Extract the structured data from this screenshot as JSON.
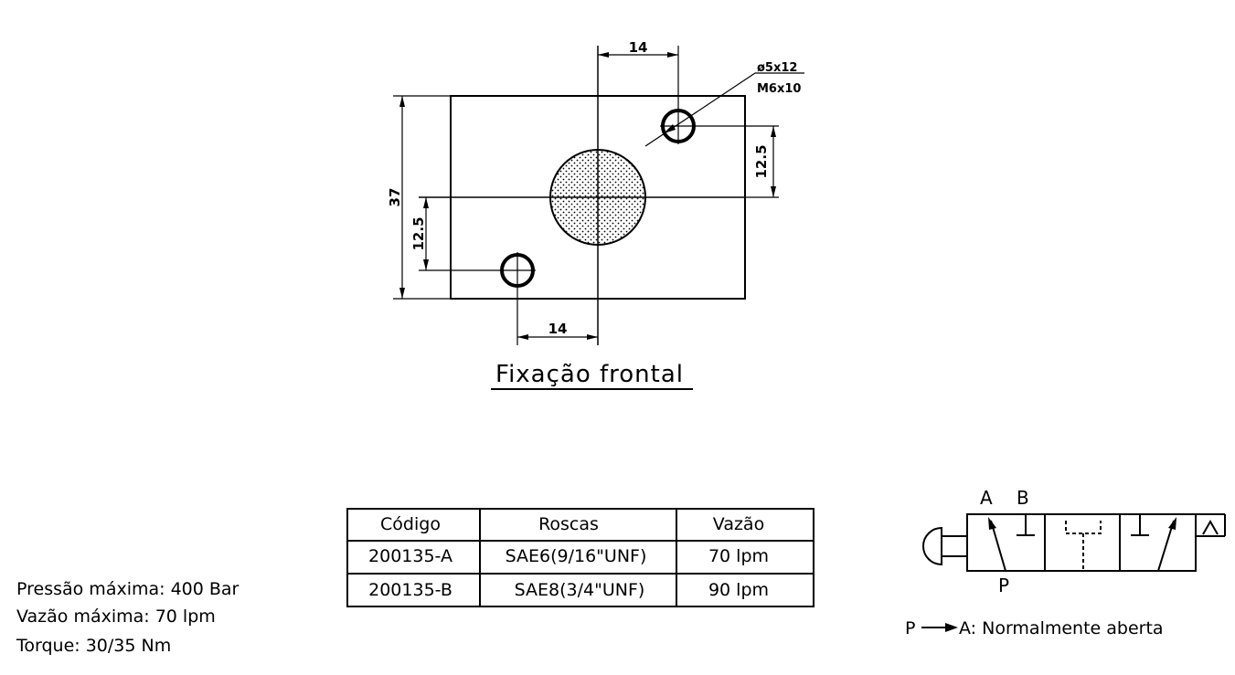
{
  "drawing": {
    "view_title": "Fixação frontal",
    "dimensions": {
      "top_horizontal": "14",
      "bottom_horizontal": "14",
      "overall_height": "37",
      "left_vertical": "12.5",
      "right_vertical": "12.5",
      "hole_callout_line1": "ø5x12",
      "hole_callout_line2": "M6x10"
    }
  },
  "table": {
    "headers": [
      "Código",
      "Roscas",
      "Vazão"
    ],
    "rows": [
      [
        "200135-A",
        "SAE6(9/16\"UNF)",
        "70 lpm"
      ],
      [
        "200135-B",
        "SAE8(3/4\"UNF)",
        "90 lpm"
      ]
    ]
  },
  "specs": {
    "pressure": "Pressão máxima: 400 Bar",
    "flow": "Vazão máxima: 70 lpm",
    "torque": "Torque: 30/35 Nm"
  },
  "valve_symbol": {
    "port_a": "A",
    "port_b": "B",
    "port_p": "P",
    "caption_prefix": "P",
    "caption_text": "A: Normalmente aberta"
  }
}
